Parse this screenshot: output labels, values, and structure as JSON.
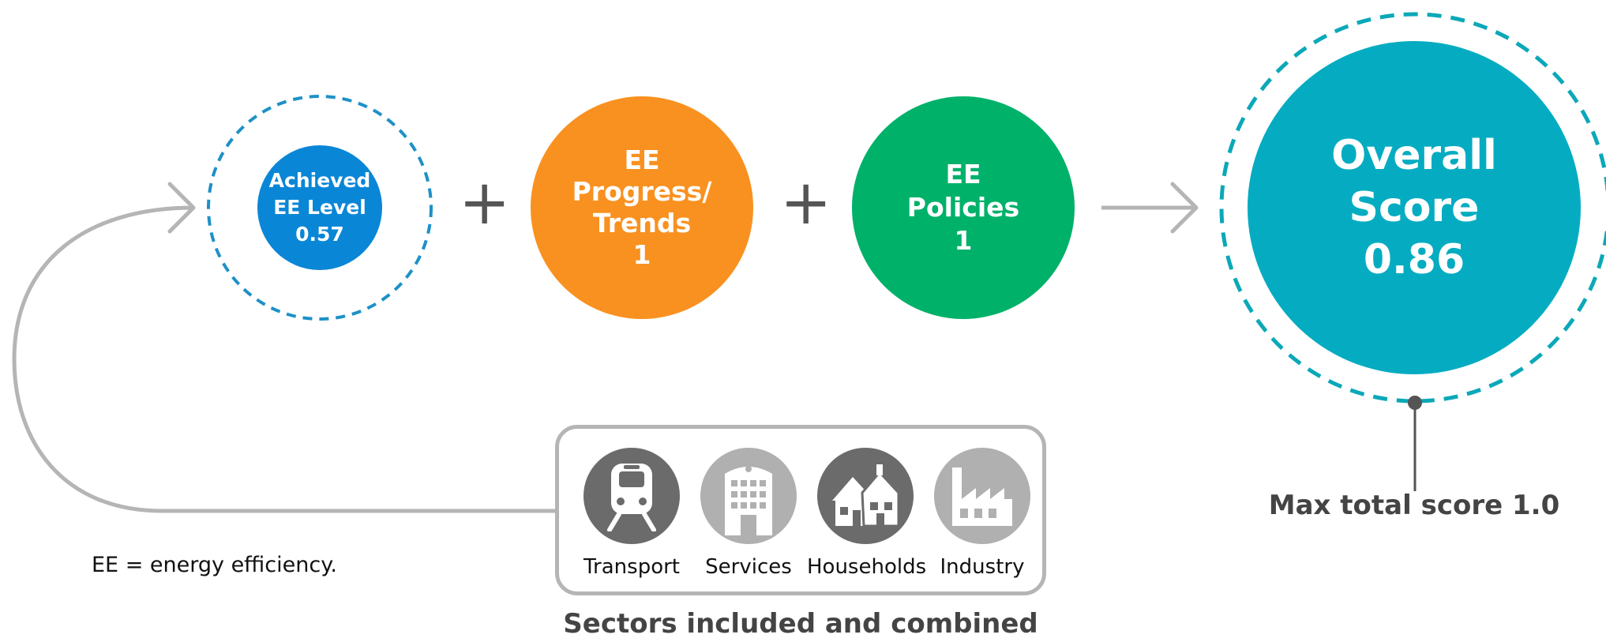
{
  "colors": {
    "achieved": "#0a86d6",
    "progress": "#f99120",
    "policies": "#00b16a",
    "overall": "#05acc1",
    "dashed_ring_small": "#1e90c7",
    "dashed_ring_large": "#0aa8b8",
    "connector_gray": "#b5b5b5",
    "icon_dark": "#6b6b6b",
    "icon_light": "#b0b0b0"
  },
  "components": {
    "achieved": {
      "text": "Achieved\nEE Level\n0.57",
      "value": 0.57
    },
    "progress": {
      "text": "EE\nProgress/\nTrends\n1",
      "value": 1
    },
    "policies": {
      "text": "EE\nPolicies\n1",
      "value": 1
    }
  },
  "operators": {
    "plus": "+"
  },
  "overall": {
    "text": "Overall\nScore\n0.86",
    "value": 0.86
  },
  "max_total_score_label": "Max total score 1.0",
  "sectors": [
    {
      "label": "Transport",
      "icon": "train-icon"
    },
    {
      "label": "Services",
      "icon": "office-building-icon"
    },
    {
      "label": "Households",
      "icon": "houses-icon"
    },
    {
      "label": "Industry",
      "icon": "factory-icon"
    }
  ],
  "sectors_caption": "Sectors included and combined",
  "footnote": "EE = energy efficiency."
}
